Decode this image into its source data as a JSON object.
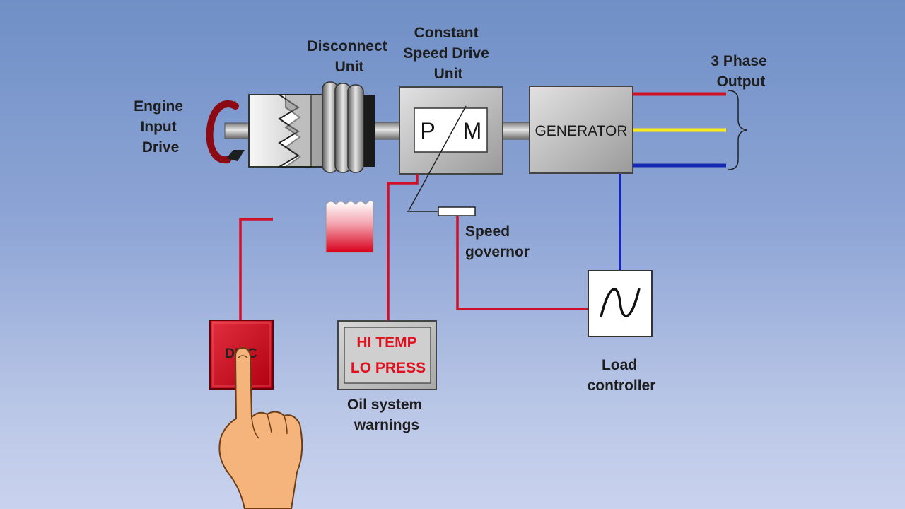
{
  "labels": {
    "engine_input_line1": "Engine",
    "engine_input_line2": "Input",
    "engine_input_line3": "Drive",
    "disconnect_line1": "Disconnect",
    "disconnect_line2": "Unit",
    "csd_line1": "Constant",
    "csd_line2": "Speed Drive",
    "csd_line3": "Unit",
    "phase_line1": "3 Phase",
    "phase_line2": "Output",
    "governor_line1": "Speed",
    "governor_line2": "governor",
    "oil_line1": "Oil system",
    "oil_line2": "warnings",
    "load_line1": "Load",
    "load_line2": "controller"
  },
  "csd_box": {
    "pump": "P",
    "motor": "M"
  },
  "generator": {
    "label": "GENERATOR"
  },
  "warnings": {
    "line1": "HI TEMP",
    "line2": "LO PRESS"
  },
  "disconnect_button": {
    "label": "DISC"
  },
  "phase_wire_colors": [
    "#d01028",
    "#f5ec1a",
    "#1428b4"
  ],
  "icons": [
    "rotation-arrow-icon",
    "sine-wave-icon",
    "pointing-hand-icon"
  ]
}
